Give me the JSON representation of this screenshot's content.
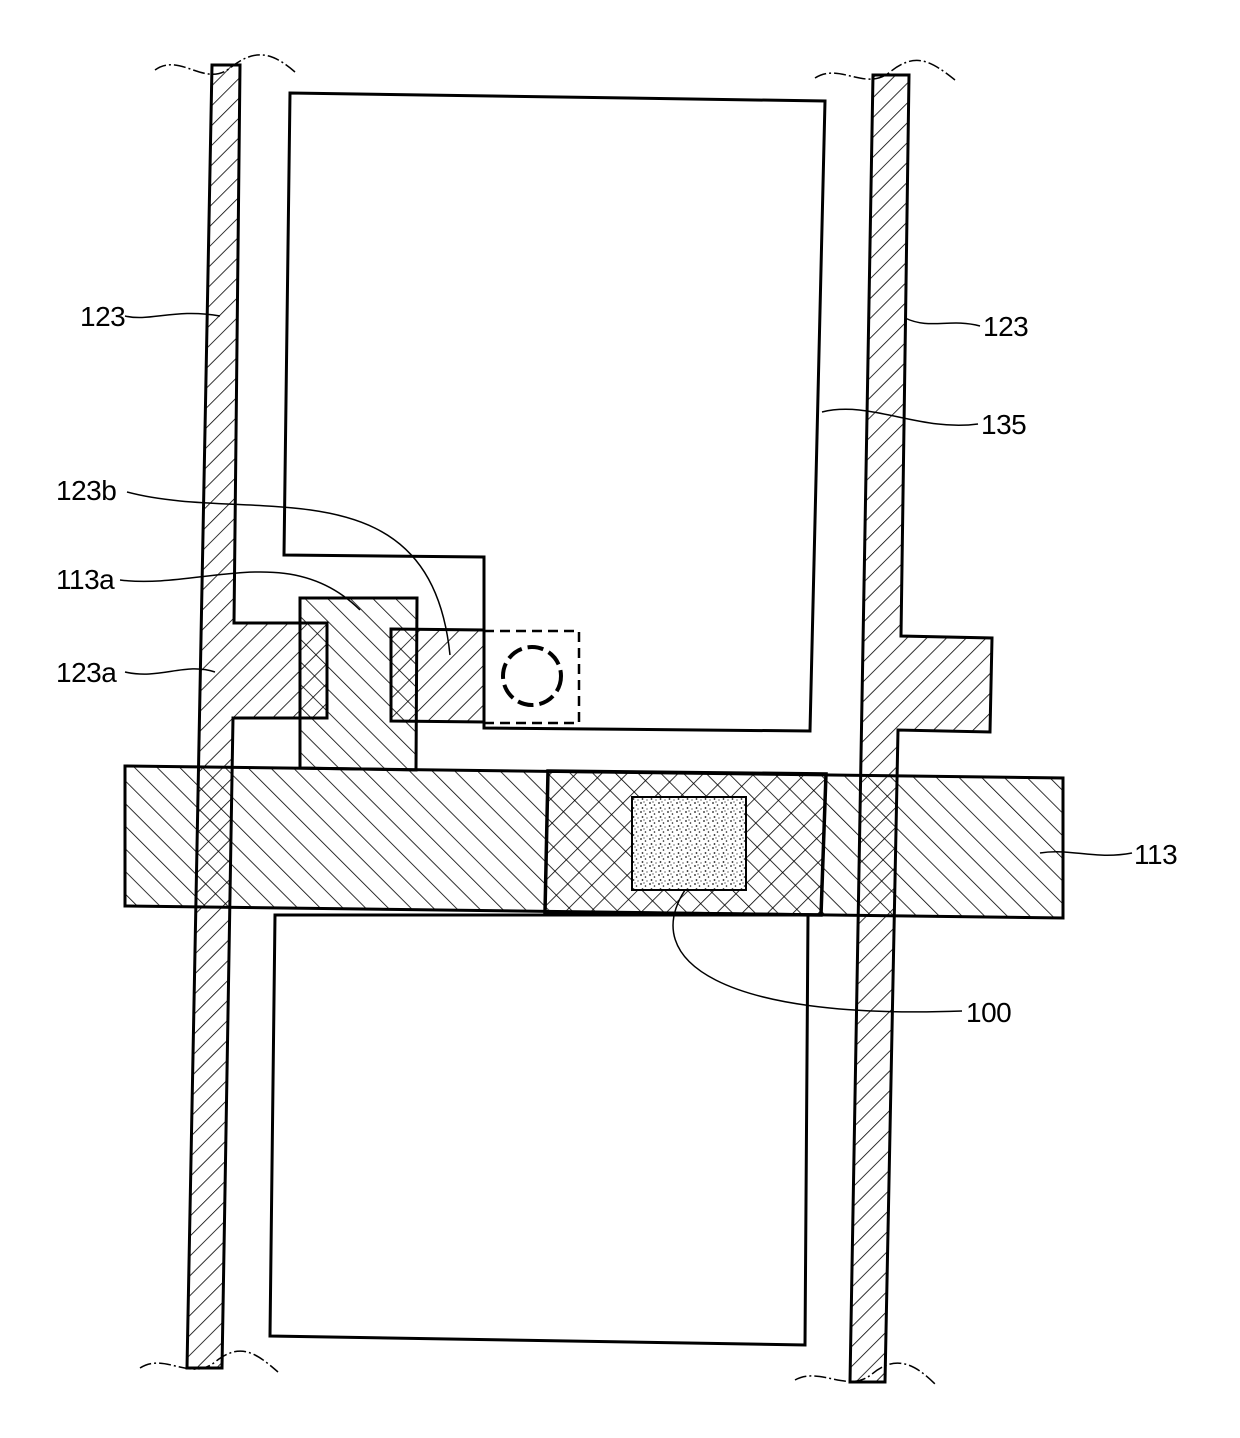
{
  "labels": {
    "data_line_left": "123",
    "data_line_right": "123",
    "pixel_electrode": "135",
    "drain_electrode": "123b",
    "gate_electrode": "113a",
    "source_electrode": "123a",
    "gate_line": "113",
    "storage_region": "100"
  },
  "colors": {
    "stroke": "#000000",
    "background": "#ffffff",
    "dots": "#1a1a1a"
  }
}
